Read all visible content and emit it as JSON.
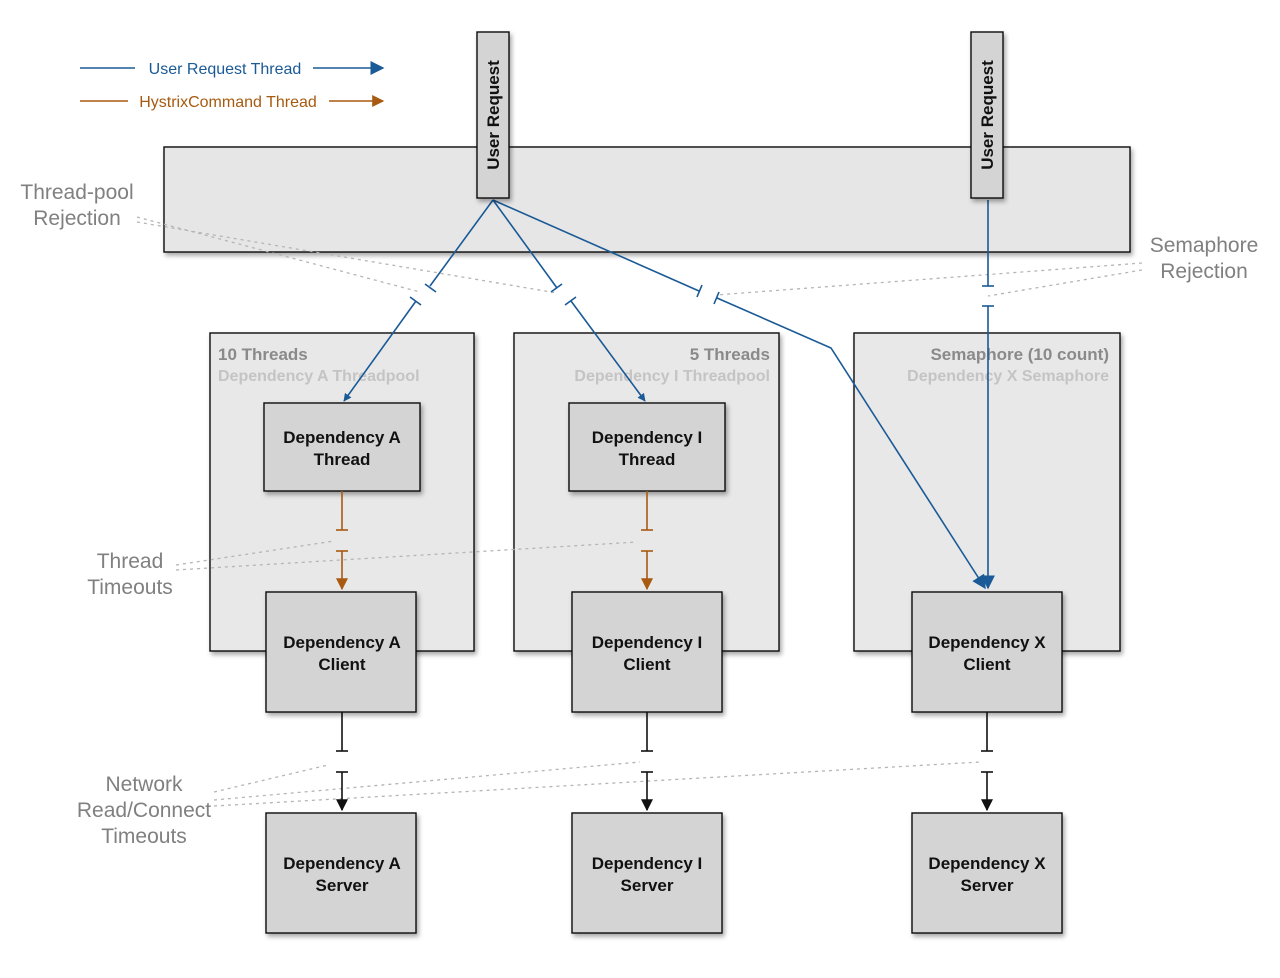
{
  "legend": {
    "user_request_thread": "User Request Thread",
    "hystrix_command_thread": "HystrixCommand Thread"
  },
  "colors": {
    "user_thread": "#1a5a96",
    "hystrix_thread": "#a85a10",
    "box_fill": "#d4d4d4",
    "pool_fill": "#e8e8e8",
    "annotation": "#808080"
  },
  "user_request_label": "User Request",
  "annotations": {
    "thread_pool_rejection": [
      "Thread-pool",
      "Rejection"
    ],
    "semaphore_rejection": [
      "Semaphore",
      "Rejection"
    ],
    "thread_timeouts": [
      "Thread",
      "Timeouts"
    ],
    "network_timeouts": [
      "Network",
      "Read/Connect",
      "Timeouts"
    ]
  },
  "pools": [
    {
      "title": "10 Threads",
      "subtitle": "Dependency A Threadpool"
    },
    {
      "title": "5 Threads",
      "subtitle": "Dependency I Threadpool"
    },
    {
      "title": "Semaphore (10 count)",
      "subtitle": "Dependency X Semaphore"
    }
  ],
  "threads": [
    [
      "Dependency A",
      "Thread"
    ],
    [
      "Dependency I",
      "Thread"
    ]
  ],
  "clients": [
    [
      "Dependency A",
      "Client"
    ],
    [
      "Dependency I",
      "Client"
    ],
    [
      "Dependency X",
      "Client"
    ]
  ],
  "servers": [
    [
      "Dependency A",
      "Server"
    ],
    [
      "Dependency I",
      "Server"
    ],
    [
      "Dependency X",
      "Server"
    ]
  ]
}
